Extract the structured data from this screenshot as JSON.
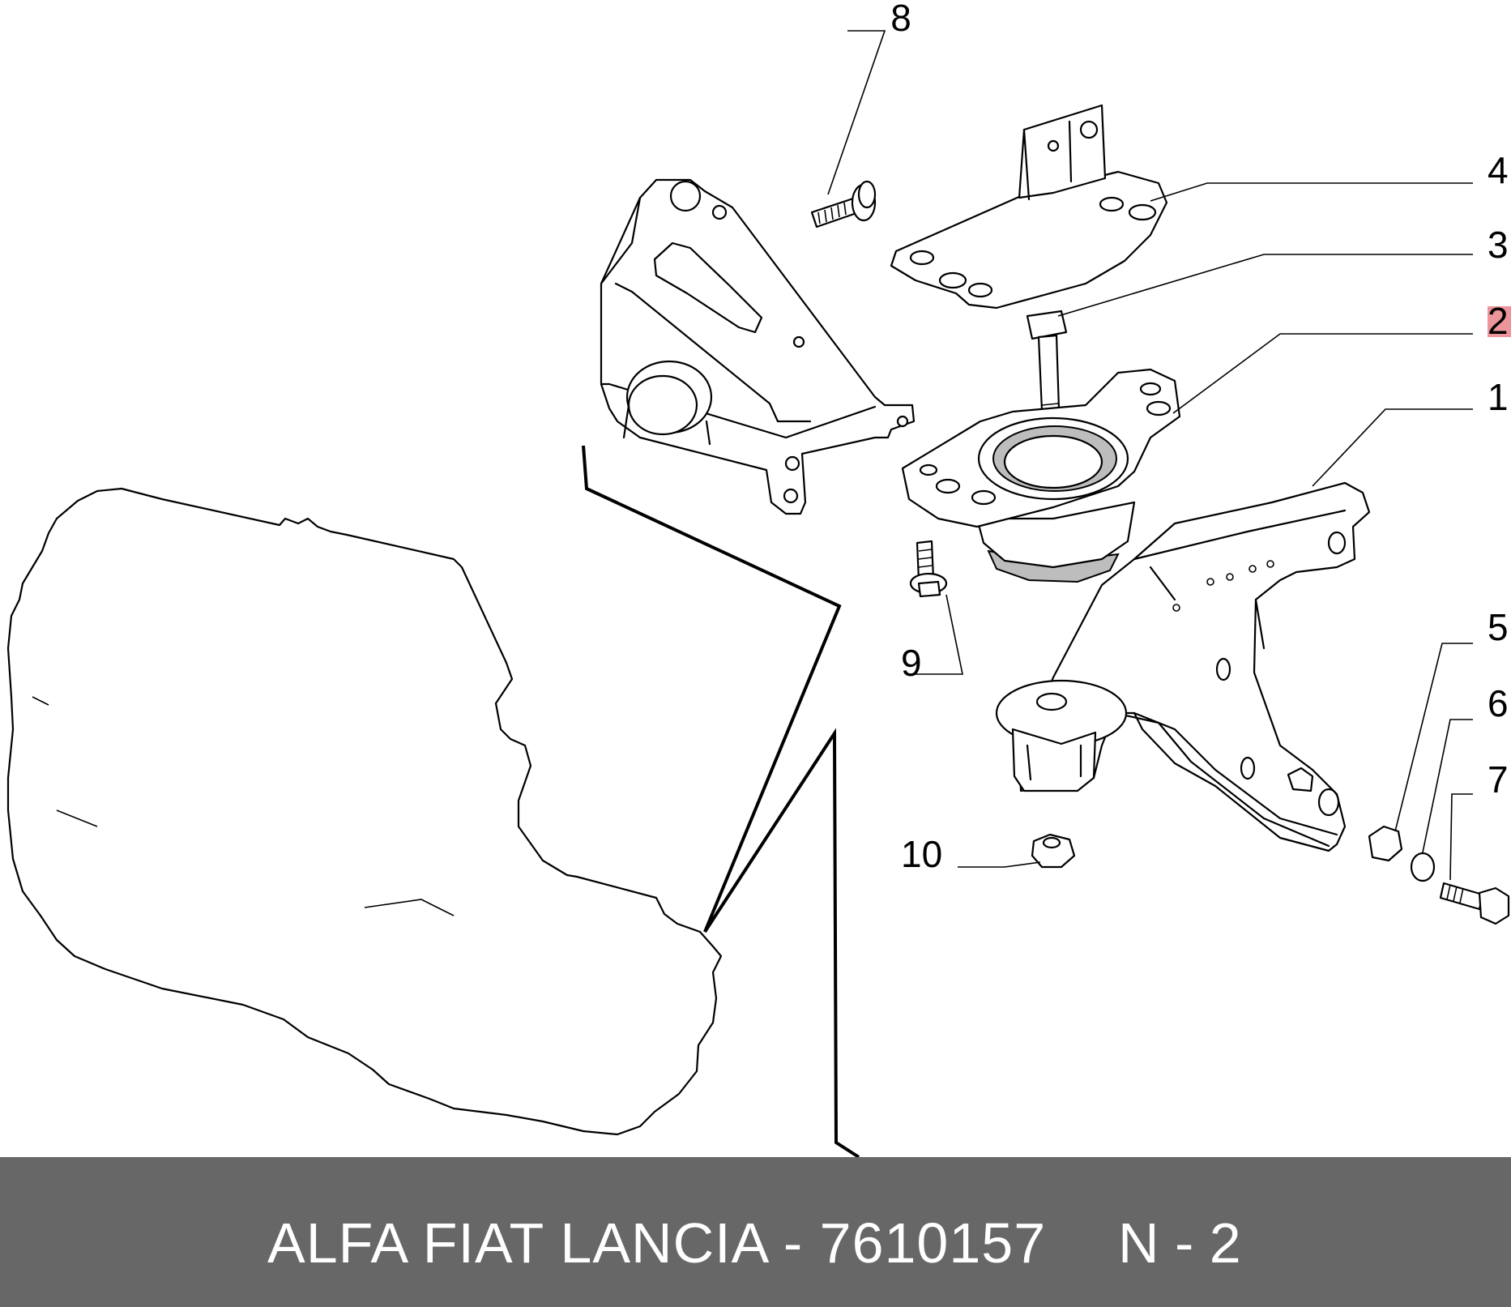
{
  "diagram": {
    "callouts": [
      {
        "id": "1",
        "label": "1",
        "highlight": false
      },
      {
        "id": "2",
        "label": "2",
        "highlight": true
      },
      {
        "id": "3",
        "label": "3",
        "highlight": false
      },
      {
        "id": "4",
        "label": "4",
        "highlight": false
      },
      {
        "id": "5",
        "label": "5",
        "highlight": false
      },
      {
        "id": "6",
        "label": "6",
        "highlight": false
      },
      {
        "id": "7",
        "label": "7",
        "highlight": false
      },
      {
        "id": "8",
        "label": "8",
        "highlight": false
      },
      {
        "id": "9",
        "label": "9",
        "highlight": false
      },
      {
        "id": "10",
        "label": "10",
        "highlight": false
      }
    ],
    "highlight_color": "#e8707a"
  },
  "footer": {
    "text": "ALFA FIAT LANCIA - 7610157",
    "code": "N - 2",
    "background": "#676767",
    "color": "#ffffff"
  }
}
